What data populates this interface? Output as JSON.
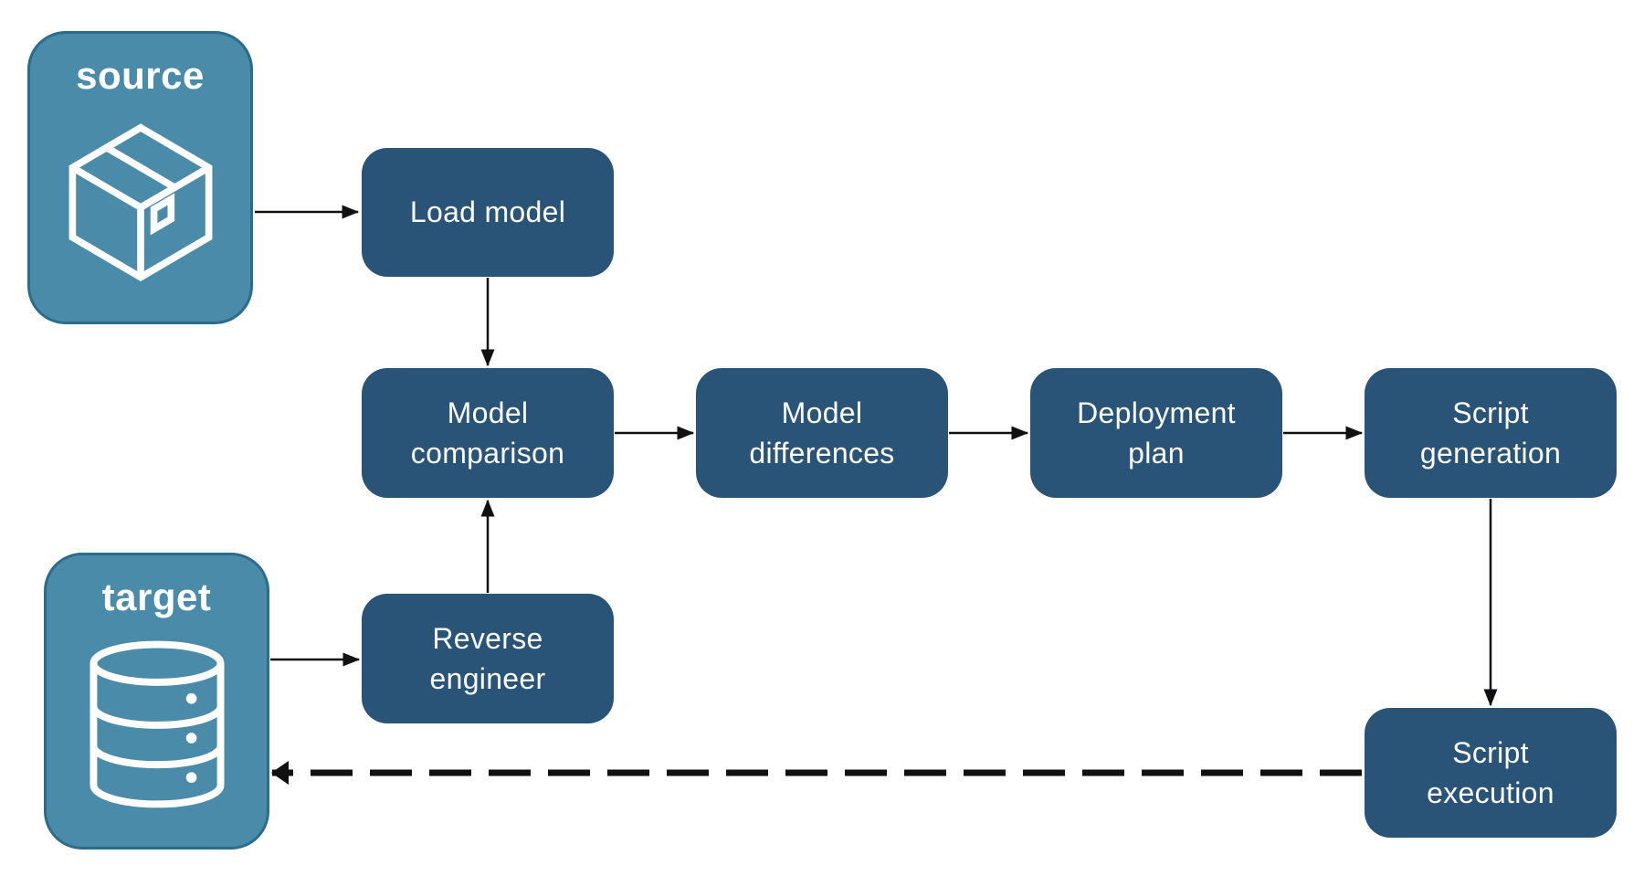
{
  "diagram": {
    "entities": {
      "source": {
        "label": "source",
        "icon": "package-icon"
      },
      "target": {
        "label": "target",
        "icon": "database-icon"
      }
    },
    "nodes": {
      "load_model": {
        "label": "Load model"
      },
      "model_comparison": {
        "label": "Model\ncomparison"
      },
      "model_differences": {
        "label": "Model\ndifferences"
      },
      "deployment_plan": {
        "label": "Deployment\nplan"
      },
      "script_generation": {
        "label": "Script\ngeneration"
      },
      "reverse_engineer": {
        "label": "Reverse\nengineer"
      },
      "script_execution": {
        "label": "Script\nexecution"
      }
    },
    "edges": [
      {
        "from": "source",
        "to": "load_model",
        "style": "solid"
      },
      {
        "from": "load_model",
        "to": "model_comparison",
        "style": "solid"
      },
      {
        "from": "model_comparison",
        "to": "model_differences",
        "style": "solid"
      },
      {
        "from": "model_differences",
        "to": "deployment_plan",
        "style": "solid"
      },
      {
        "from": "deployment_plan",
        "to": "script_generation",
        "style": "solid"
      },
      {
        "from": "target",
        "to": "reverse_engineer",
        "style": "solid"
      },
      {
        "from": "reverse_engineer",
        "to": "model_comparison",
        "style": "solid"
      },
      {
        "from": "script_generation",
        "to": "script_execution",
        "style": "solid"
      },
      {
        "from": "script_execution",
        "to": "target",
        "style": "dashed"
      }
    ],
    "colors": {
      "node_fill": "#2a5477",
      "entity_fill": "#4a8baa",
      "entity_border": "#2b6b8c",
      "text": "#ffffff",
      "arrow": "#111111",
      "background": "#ffffff"
    }
  }
}
